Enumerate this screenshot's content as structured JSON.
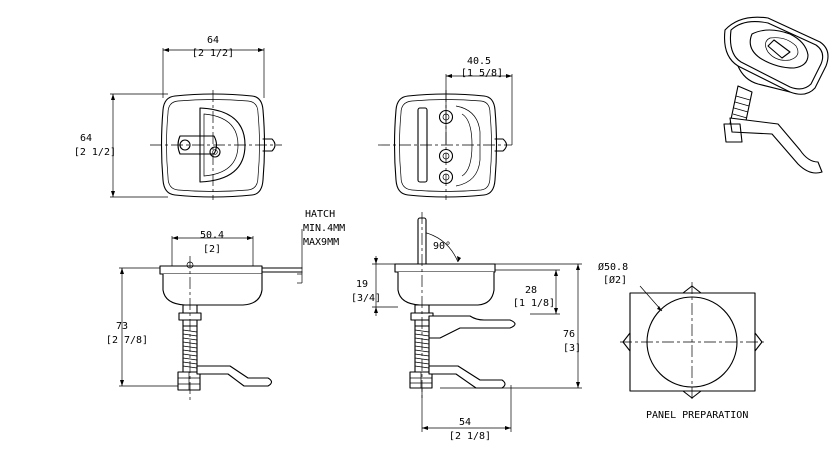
{
  "top_view": {
    "width_mm": "64",
    "width_in": "[2 1/2]",
    "height_mm": "64",
    "height_in": "[2 1/2]"
  },
  "back_view": {
    "offset_mm": "40.5",
    "offset_in": "[1 5/8]"
  },
  "side_view": {
    "flange_mm": "50.4",
    "flange_in": "[2]",
    "overall_mm": "73",
    "overall_in": "[2 7/8]",
    "hatch_title": "HATCH",
    "hatch_min": "MIN.4MM",
    "hatch_max": "MAX9MM"
  },
  "handle_view": {
    "angle": "90°",
    "flange_h_mm": "19",
    "flange_h_in": "[3/4]",
    "depth_mm": "28",
    "depth_in": "[1 1/8]",
    "overall_mm": "76",
    "overall_in": "[3]",
    "reach_mm": "54",
    "reach_in": "[2 1/8]"
  },
  "panel": {
    "cutout_mm": "Ø50.8",
    "cutout_in": "[Ø2]",
    "caption": "PANEL PREPARATION"
  }
}
